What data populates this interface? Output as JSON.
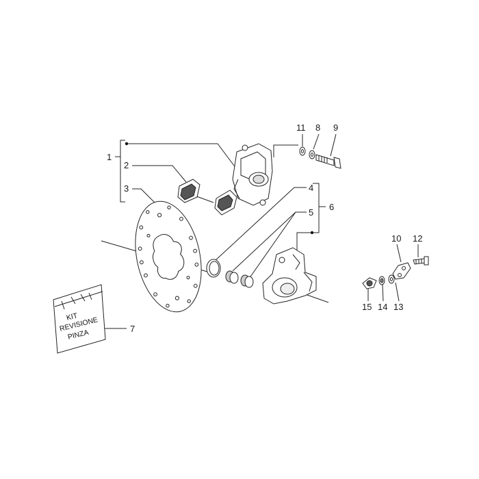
{
  "labels": {
    "1": "1",
    "2": "2",
    "3": "3",
    "4": "4",
    "5": "5",
    "6": "6",
    "7": "7",
    "8": "8",
    "9": "9",
    "10": "10",
    "11": "11",
    "12": "12",
    "13": "13",
    "14": "14",
    "15": "15"
  },
  "kit_text": [
    "KIT",
    "REVISIONE",
    "PINZA"
  ]
}
